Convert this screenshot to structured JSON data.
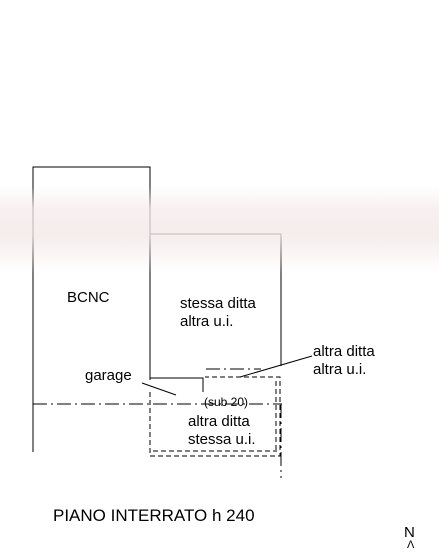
{
  "labels": {
    "bcnc": "BCNC",
    "room_a_line1": "stessa ditta",
    "room_a_line2": "altra u.i.",
    "garage": "garage",
    "sub": "(sub 20)",
    "room_b_line1": "altra ditta",
    "room_b_line2": "stessa u.i.",
    "room_c_line1": "altra ditta",
    "room_c_line2": "altra u.i.",
    "title": "PIANO INTERRATO  h 240",
    "north": "N"
  },
  "colors": {
    "line": "#000000",
    "background": "#ffffff"
  },
  "icons": {
    "north_arrow": "caret-up-icon"
  }
}
